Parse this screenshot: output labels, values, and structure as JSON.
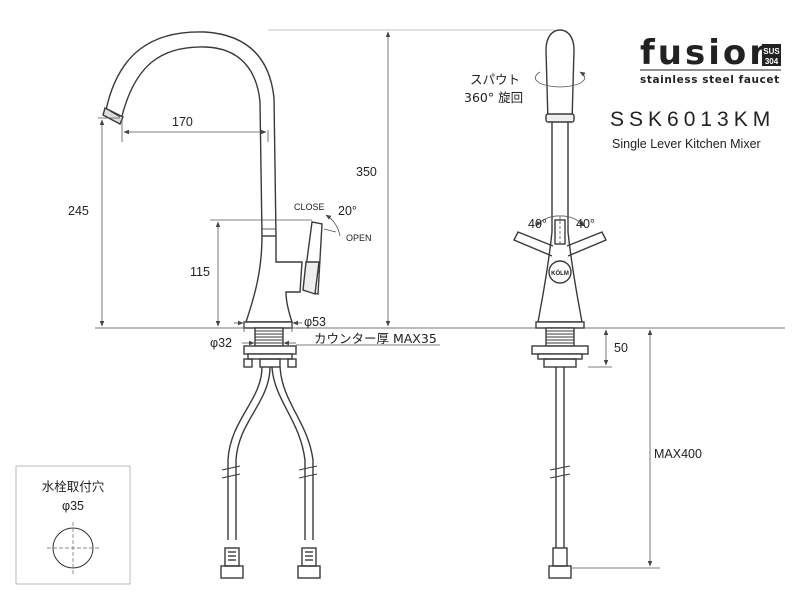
{
  "brand": {
    "logo": "fusion",
    "badge_top": "SUS",
    "badge_bottom": "304",
    "tagline": "stainless steel faucet"
  },
  "product": {
    "model": "SSK6013KM",
    "name": "Single Lever Kitchen Mixer"
  },
  "side_view": {
    "spout_reach": "170",
    "spout_height": "245",
    "total_height": "350",
    "lever_height": "115",
    "lever_angle": "20°",
    "lever_close": "CLOSE",
    "lever_open": "OPEN",
    "base_diameter": "φ53",
    "shank_diameter": "φ32",
    "counter_thickness": "カウンター厚 MAX35"
  },
  "front_view": {
    "spout_rotation_line1": "スパウト",
    "spout_rotation_line2": "360° 旋回",
    "handle_left_angle": "40°",
    "handle_right_angle": "40°",
    "body_label": "KÖLM",
    "shank_length": "50",
    "hose_length": "MAX400"
  },
  "mounting_hole": {
    "title": "水栓取付穴",
    "diameter": "φ35"
  },
  "colors": {
    "line": "#3a3a3a",
    "dimension": "#555555",
    "background": "#ffffff"
  }
}
